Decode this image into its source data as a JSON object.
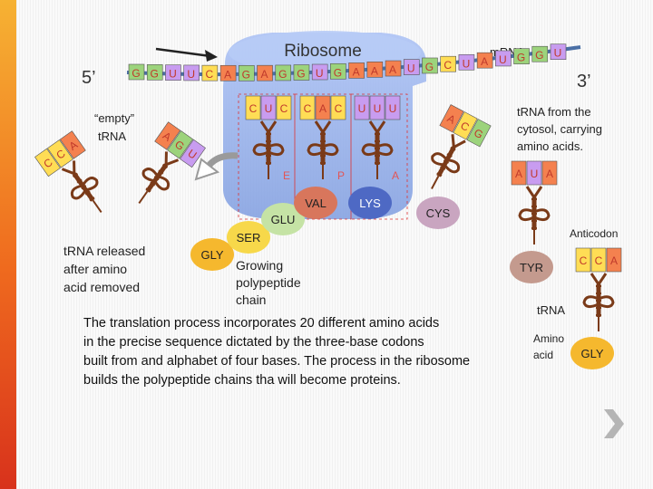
{
  "labels": {
    "ribosome": "Ribosome",
    "mrna": "mRNA",
    "five_prime": "5’",
    "three_prime": "3’",
    "empty_trna": [
      "“empty”",
      "tRNA"
    ],
    "released": [
      "tRNA released",
      "after amino",
      "acid removed"
    ],
    "cytosol": [
      "tRNA from the",
      "cytosol, carrying",
      "amino acids."
    ],
    "growing": [
      "Growing",
      "polypeptide",
      "chain"
    ],
    "anticodon": "Anticodon",
    "trna": "tRNA",
    "amino_acid": [
      "Amino",
      "acid"
    ],
    "sites": [
      "E",
      "P",
      "A"
    ]
  },
  "mrna_bases": [
    "G",
    "G",
    "U",
    "U",
    "C",
    "A",
    "G",
    "A",
    "G",
    "G",
    "U",
    "G",
    "A",
    "A",
    "A",
    "U",
    "G",
    "C",
    "U",
    "A",
    "U",
    "G",
    "G",
    "U"
  ],
  "trna_anticodons": {
    "released": [
      "C",
      "C",
      "A"
    ],
    "empty": [
      "A",
      "G",
      "U"
    ],
    "site_e": [
      "C",
      "U",
      "C"
    ],
    "site_p": [
      "C",
      "A",
      "C"
    ],
    "site_a": [
      "U",
      "U",
      "U"
    ],
    "incoming": [
      "A",
      "C",
      "G"
    ],
    "cytosol": [
      "A",
      "U",
      "A"
    ],
    "legend": [
      "C",
      "C",
      "A"
    ]
  },
  "amino_acids": {
    "chain": [
      "GLY",
      "SER",
      "GLU",
      "VAL",
      "LYS"
    ],
    "incoming": "CYS",
    "cytosol": "TYR",
    "legend": "GLY"
  },
  "caption": [
    "The translation process incorporates 20 different amino acids",
    "in the precise sequence dictated by the three-base codons",
    "built from and alphabet of four bases. The process in the ribosome",
    "builds the polypeptide chains tha will become proteins."
  ],
  "colors": {
    "A": "#f4814f",
    "C": "#ffdd55",
    "G": "#9cd37c",
    "U": "#c89cf0",
    "GLY": "#f5b82e",
    "SER": "#f7d84a",
    "GLU": "#c5e3a5",
    "VAL": "#d8765c",
    "LYS": "#4e69c4",
    "CYS": "#c9a5c0",
    "TYR": "#c49a8e",
    "ribosome_top": "#9fb8f0",
    "ribosome_body": "#8ba6e8",
    "mrna_line": "#4a6fa5",
    "trna_stem": "#7a3a18",
    "strip": "#ef6a1e"
  },
  "icons": {
    "next": "chevron-right-icon",
    "mrna_direction": "arrow-right-icon",
    "release": "curved-arrow-icon"
  }
}
